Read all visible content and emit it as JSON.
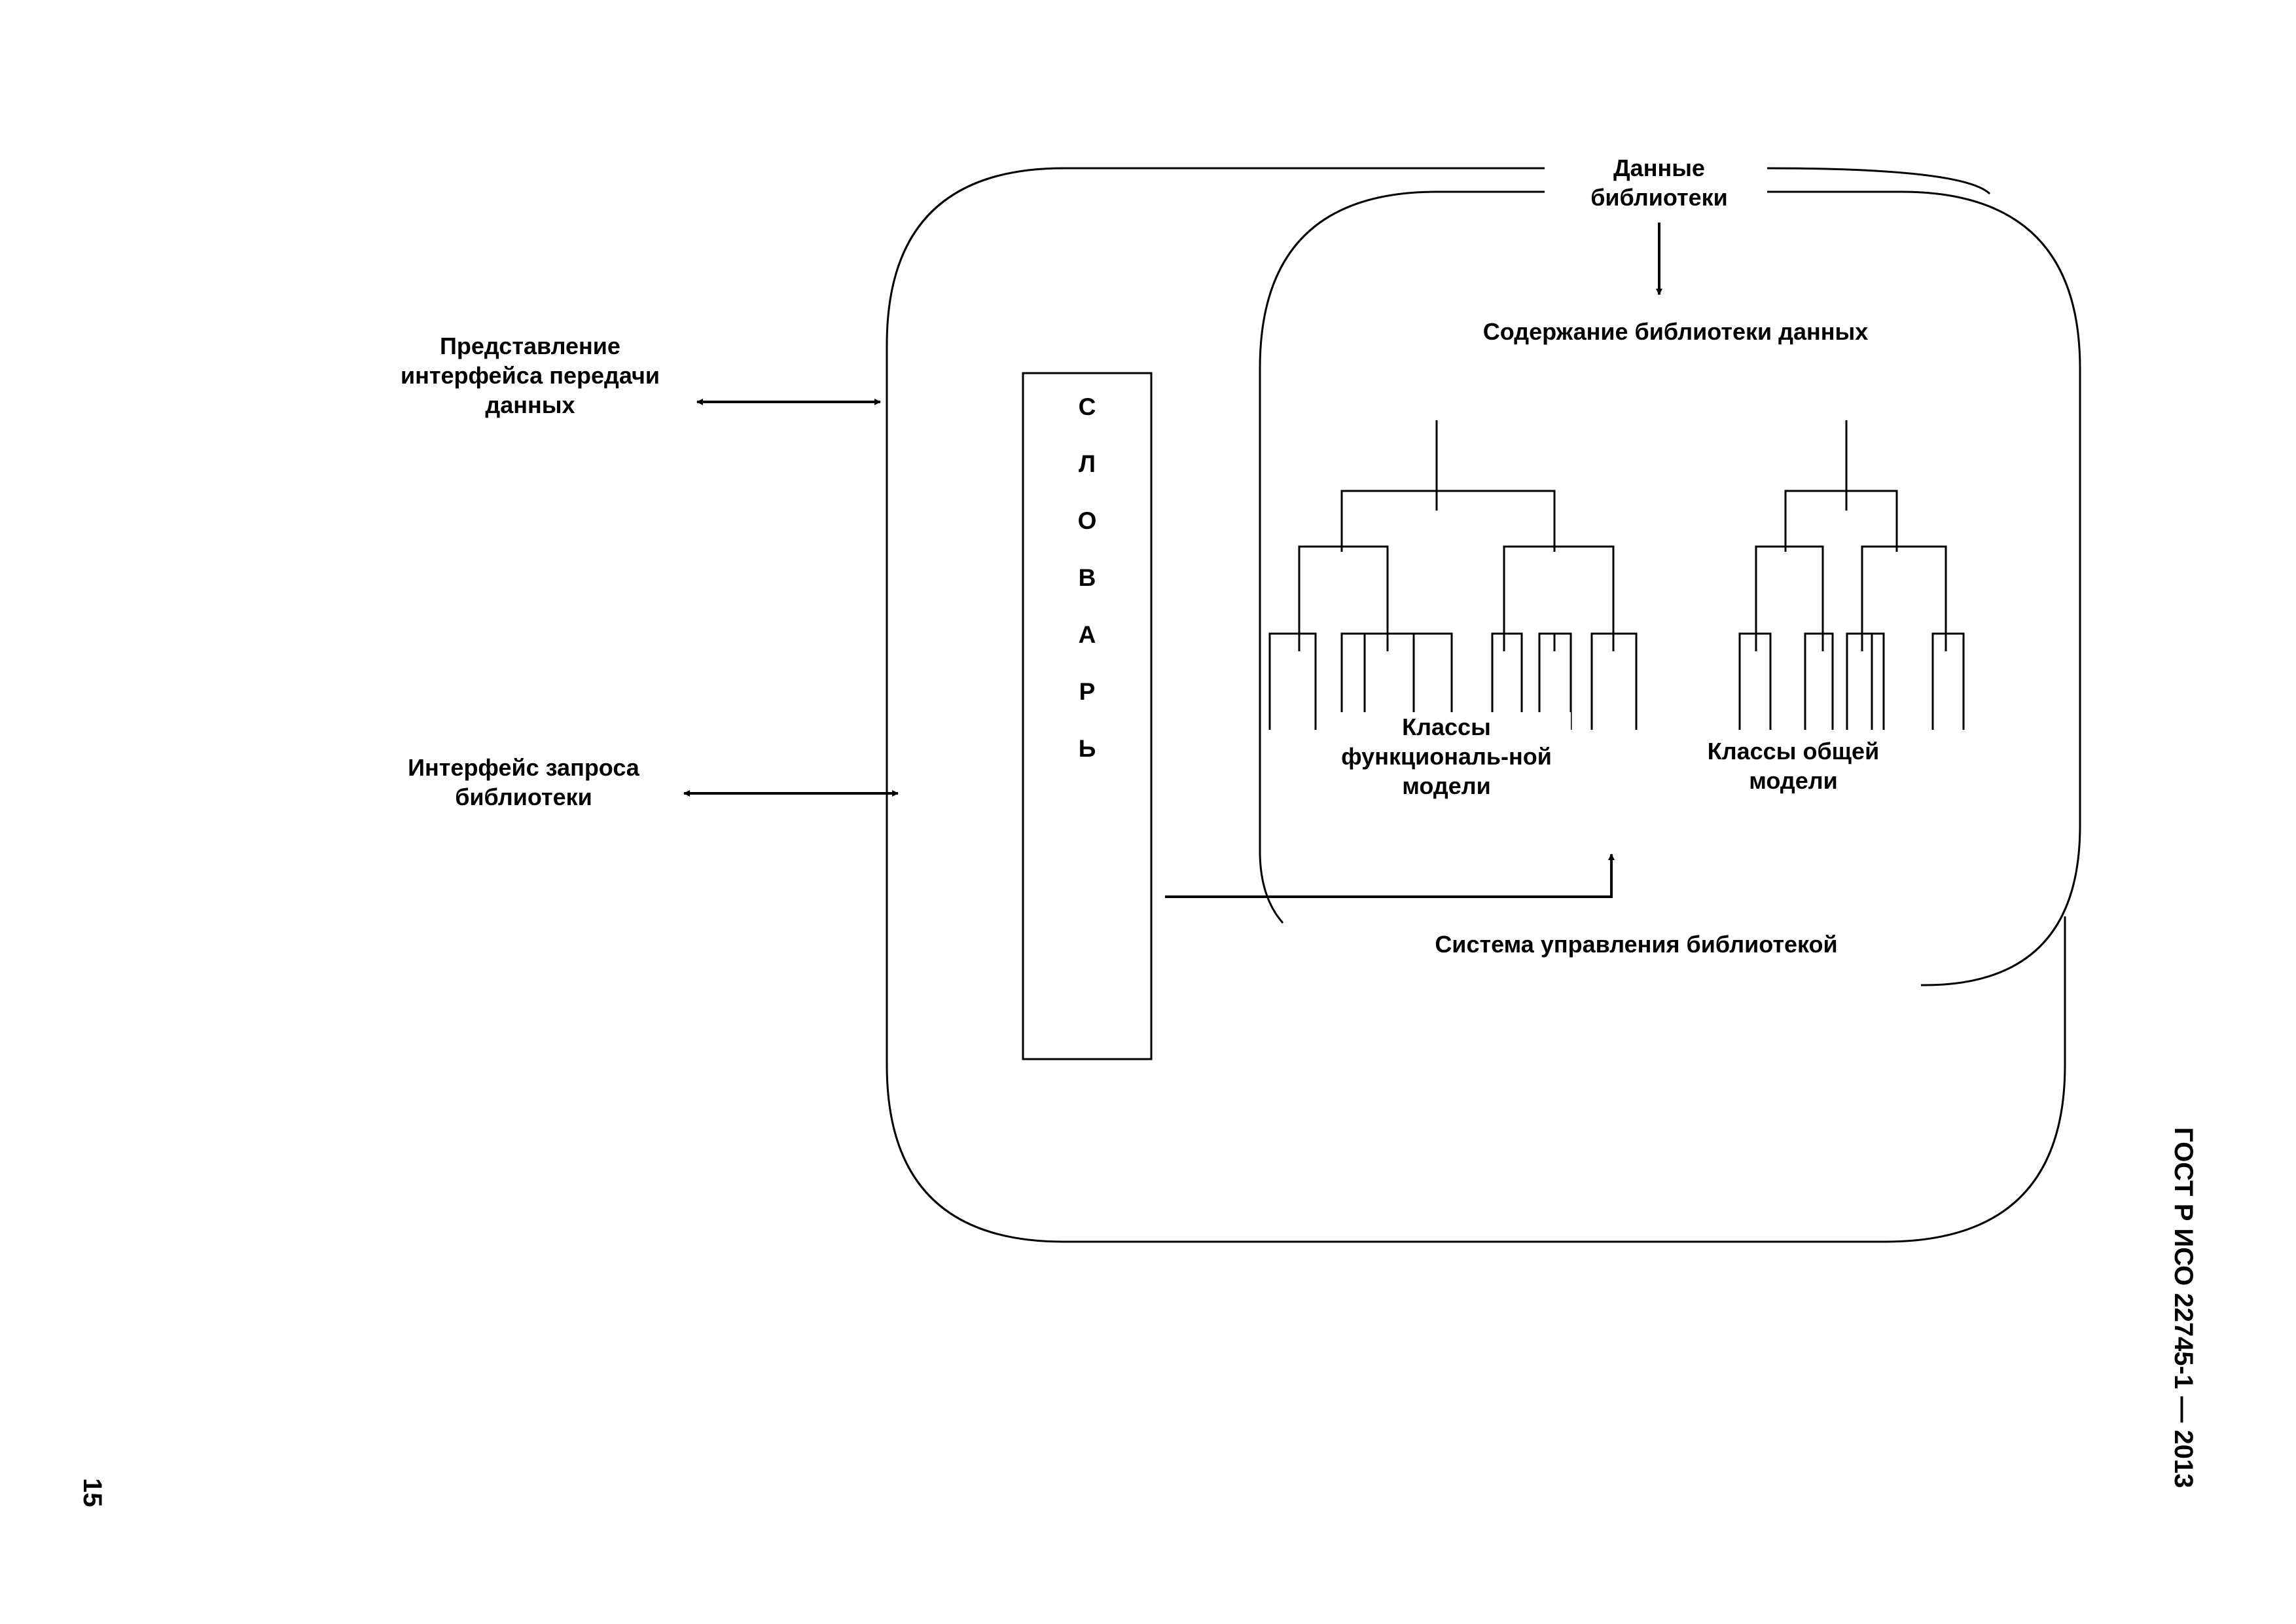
{
  "header": {
    "doc_title": "ГОСТ Р ИСО 22745-1 — 2013",
    "page_number": "15"
  },
  "labels": {
    "library_data": [
      "Данные",
      "библиотеки"
    ],
    "data_library_content": "Содержание библиотеки данных",
    "exchange_interface": [
      "Представление",
      "интерфейса передачи",
      "данных"
    ],
    "query_interface": [
      "Интерфейс запроса",
      "библиотеки"
    ],
    "functional_model_classes": [
      "Классы",
      "функциональ-ной",
      "модели"
    ],
    "general_model_classes": [
      "Классы общей",
      "модели"
    ],
    "management_system": "Система управления библиотекой"
  },
  "dictionary": {
    "letters": [
      "С",
      "Л",
      "О",
      "В",
      "А",
      "Р",
      "Ь"
    ]
  }
}
